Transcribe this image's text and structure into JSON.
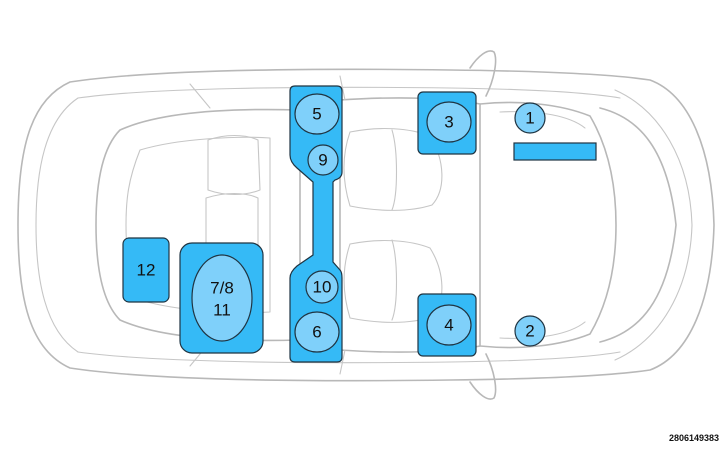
{
  "diagram": {
    "labels": {
      "l1": "1",
      "l2": "2",
      "l3": "3",
      "l4": "4",
      "l5": "5",
      "l6": "6",
      "l78": "7/8",
      "l11": "11",
      "l9": "9",
      "l10": "10",
      "l12": "12"
    },
    "reference_number": "2806149383",
    "colors": {
      "zone_fill": "#35baf6",
      "marker_fill": "#7fd0fa",
      "outline": "#b8b8b8"
    }
  }
}
